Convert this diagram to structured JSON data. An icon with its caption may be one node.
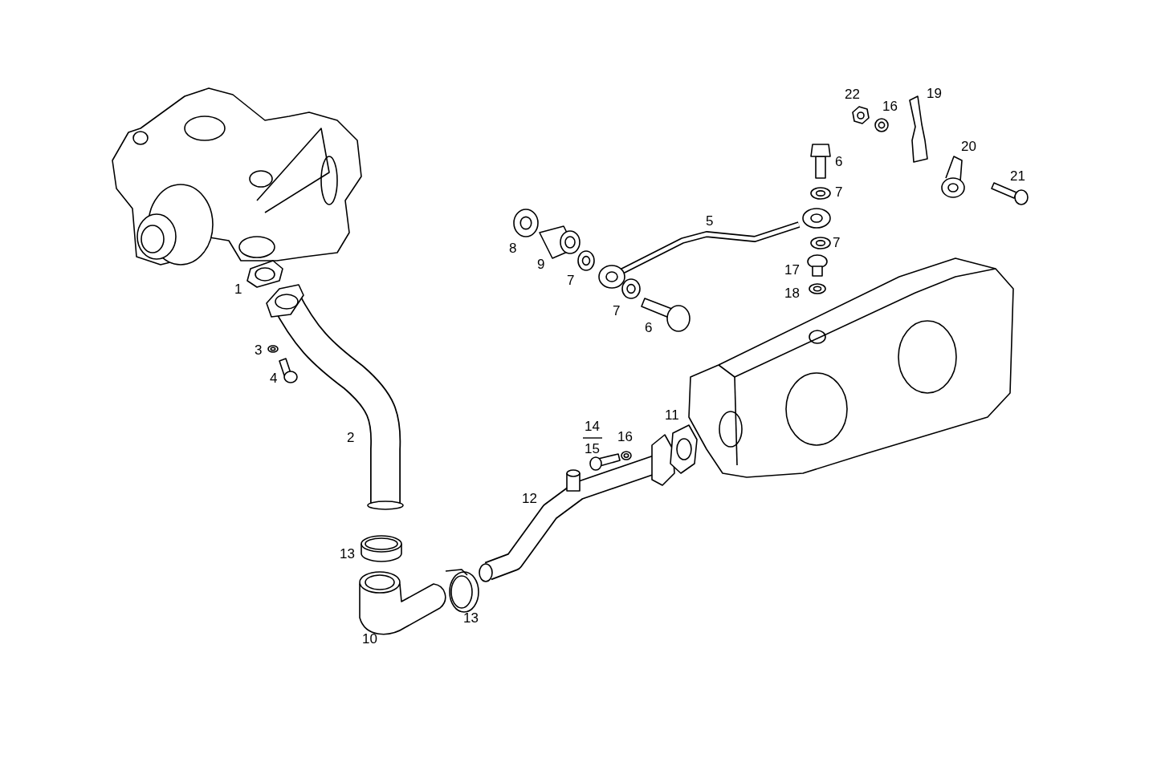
{
  "diagram": {
    "labels": [
      "22",
      "16",
      "19",
      "20",
      "6",
      "21",
      "7",
      "5",
      "8",
      "7",
      "9",
      "17",
      "7",
      "1",
      "18",
      "7",
      "6",
      "3",
      "4",
      "11",
      "14",
      "2",
      "16",
      "15",
      "12",
      "13",
      "13",
      "10"
    ]
  }
}
